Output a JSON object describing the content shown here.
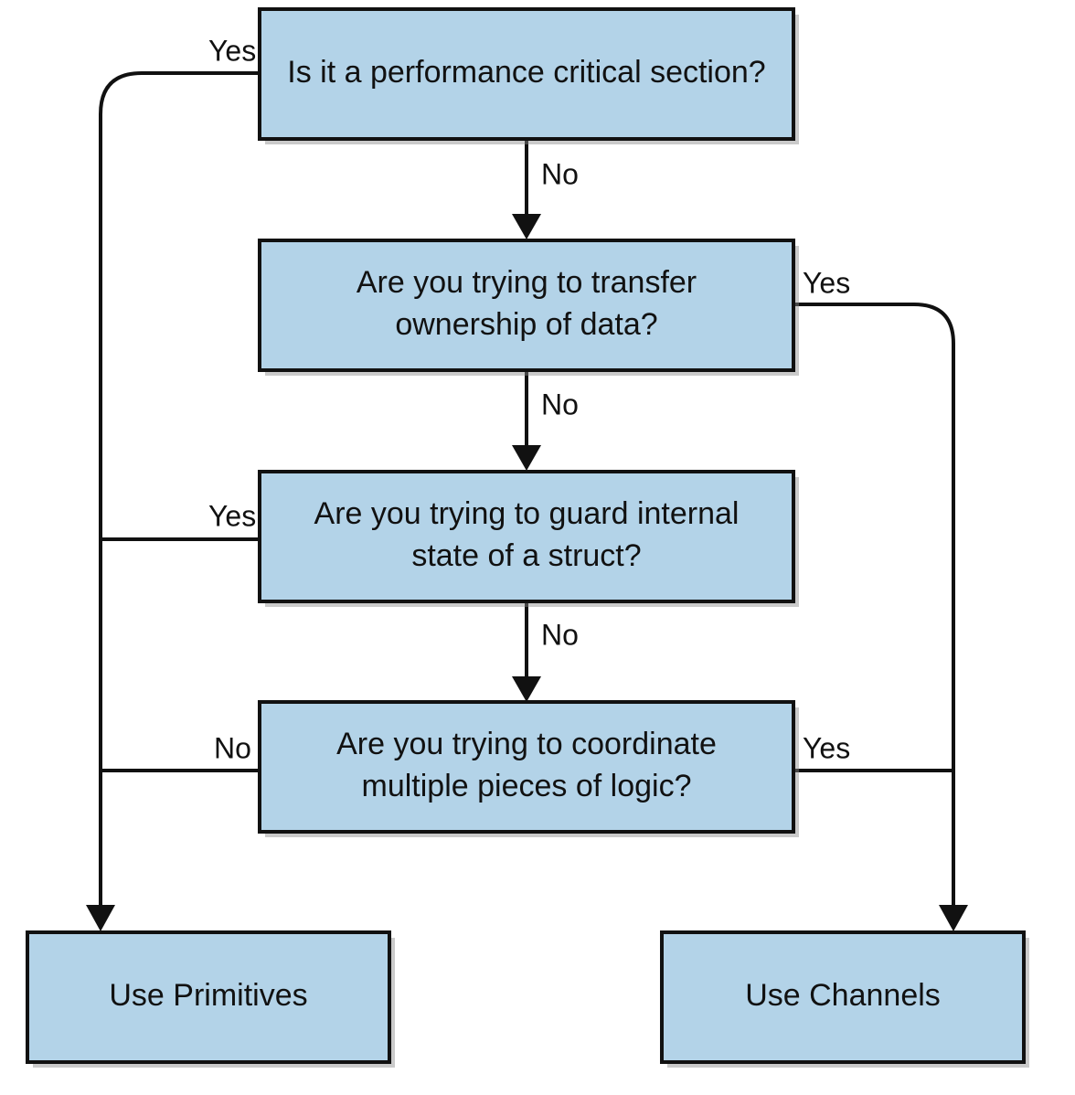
{
  "nodes": {
    "q1": {
      "label": "Is it a performance critical section?"
    },
    "q2": {
      "line1": "Are you trying to transfer",
      "line2": "ownership of data?"
    },
    "q3": {
      "line1": "Are you trying to guard internal",
      "line2": "state of a struct?"
    },
    "q4": {
      "line1": "Are you trying to coordinate",
      "line2": "multiple pieces of logic?"
    },
    "primitives": {
      "label": "Use Primitives"
    },
    "channels": {
      "label": "Use Channels"
    }
  },
  "edges": {
    "q1_yes": "Yes",
    "q1_no": "No",
    "q2_yes": "Yes",
    "q2_no": "No",
    "q3_yes": "Yes",
    "q3_no": "No",
    "q4_no": "No",
    "q4_yes": "Yes"
  },
  "colors": {
    "box_fill": "#b3d3e8",
    "stroke": "#111111"
  }
}
